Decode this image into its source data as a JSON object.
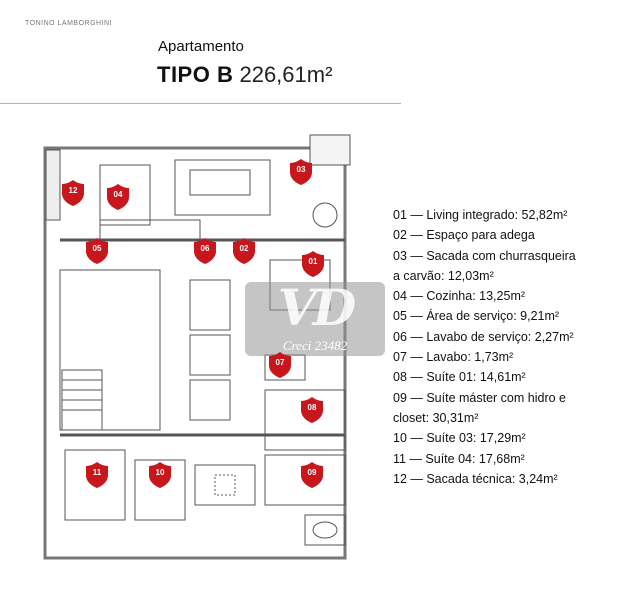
{
  "brand": "TONINO LAMBORGHINI",
  "header": {
    "subtitle": "Apartamento",
    "type": "TIPO B",
    "area": "226,61m²"
  },
  "colors": {
    "marker": "#c8161d",
    "rule": "#d9a2a6"
  },
  "watermark": {
    "logo": "VD",
    "creci": "Creci 23482"
  },
  "markers": [
    "01",
    "02",
    "03",
    "04",
    "05",
    "06",
    "07",
    "08",
    "09",
    "10",
    "11",
    "12"
  ],
  "legend": [
    "01 — Living integrado: 52,82m²",
    "02 — Espaço para adega",
    "03 — Sacada com churrasqueira",
    "a carvão: 12,03m²",
    "04 — Cozinha: 13,25m²",
    "05 — Área de serviço: 9,21m²",
    "06 — Lavabo de serviço: 2,27m²",
    "07 — Lavabo: 1,73m²",
    "08 — Suíte 01: 14,61m²",
    "09 — Suíte máster com hidro e",
    "closet: 30,31m²",
    "10 — Suíte 03: 17,29m²",
    "11 — Suíte 04: 17,68m²",
    "12 — Sacada técnica: 3,24m²"
  ]
}
